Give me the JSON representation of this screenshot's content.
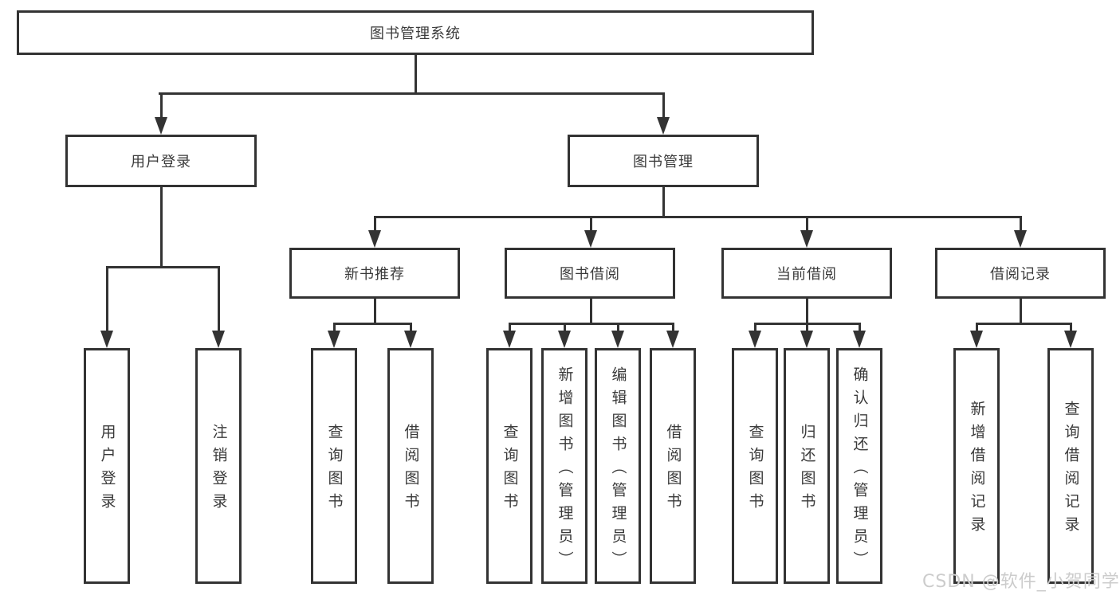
{
  "diagram": {
    "root_label": "图书管理系统",
    "level2": [
      "用户登录",
      "图书管理"
    ],
    "level3": [
      "新书推荐",
      "图书借阅",
      "当前借阅",
      "借阅记录"
    ],
    "leaves": {
      "user_login": [
        "用户登录",
        "注销登录"
      ],
      "new_book_recommend": [
        "查询图书",
        "借阅图书"
      ],
      "book_borrow": [
        "查询图书",
        "新增图书（管理员）",
        "编辑图书（管理员）",
        "借阅图书"
      ],
      "current_borrow": [
        "查询图书",
        "归还图书",
        "确认归还（管理员）"
      ],
      "borrow_records": [
        "新增借阅记录",
        "查询借阅记录"
      ]
    },
    "watermark": "CSDN @软件_小贺同学",
    "colors": {
      "line": "#333333",
      "text": "#3a3a3a",
      "background": "#ffffff",
      "watermark": "#cccccc"
    }
  }
}
